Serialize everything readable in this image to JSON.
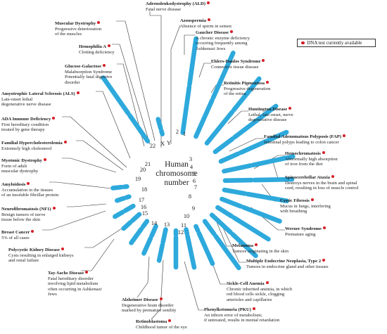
{
  "legend": {
    "label": "DNA test currently available"
  },
  "center_label": {
    "line1": "Human",
    "line2": "chromosome",
    "line3": "number"
  },
  "chromosome_numbers": [
    "1",
    "2",
    "3",
    "4",
    "5",
    "6",
    "7",
    "8",
    "9",
    "10",
    "11",
    "12",
    "13",
    "14",
    "15",
    "16",
    "17",
    "18",
    "19",
    "20",
    "21",
    "22",
    "X",
    "Y"
  ],
  "colors": {
    "chromosome": "#2ea9dc",
    "dot": "#d61f26",
    "line": "#333333"
  },
  "diseases": [
    {
      "name": "Adrenoleukodystrophy (ALD)",
      "description": [
        "Fatal nerve disease"
      ]
    },
    {
      "name": "Azoospermia",
      "description": [
        "Absence of sperm in semen"
      ]
    },
    {
      "name": "Gaucher Disease",
      "description": [
        "A chronic enzyme deficiency",
        "occurring frequently among",
        "Ashkenazi Jews"
      ]
    },
    {
      "name": "Ehlers-Danlos Syndrome",
      "description": [
        "Connective tissue disease"
      ]
    },
    {
      "name": "Retinitis Pigmentosa",
      "description": [
        "Progressive degeneration",
        "of the retina"
      ]
    },
    {
      "name": "Huntington Disease",
      "description": [
        "Lethal, late-onset, nerve",
        "degenerative disease"
      ]
    },
    {
      "name": "Familial Adenomatous Polyposis (FAP)",
      "description": [
        "Intestinal polyps leading to colon cancer"
      ]
    },
    {
      "name": "Hemochromatosis",
      "description": [
        "Abnormally high absorption",
        "of iron from the diet"
      ]
    },
    {
      "name": "Spinocerebellar Ataxia",
      "description": [
        "Destroys nerves in the brain and spinal",
        "cord, resulting in loss of muscle control"
      ]
    },
    {
      "name": "Cystic Fibrosis",
      "description": [
        "Mucus in lungs, interfering",
        "with breathing"
      ]
    },
    {
      "name": "Werner Syndrome",
      "description": [
        "Premature aging"
      ]
    },
    {
      "name": "Melanoma",
      "description": [
        "Tumors originating in the skin"
      ]
    },
    {
      "name": "Multiple Endocrine Neoplasia, Type 2",
      "description": [
        "Tumors in endocrine gland and other tissues"
      ]
    },
    {
      "name": "Sickle-Cell Anemia",
      "description": [
        "Chronic inherited anemia, in which",
        "red blood cells sickle, clogging",
        "arterioles and capillaries"
      ]
    },
    {
      "name": "Phenylketonuria (PKU)",
      "description": [
        "An inborn error of metabolism;",
        "if untreated, results in mental retardation"
      ]
    },
    {
      "name": "Retinoblastoma",
      "description": [
        "Childhood tumor of the eye"
      ]
    },
    {
      "name": "Alzheimer Disease",
      "description": [
        "Degenerative brain disorder",
        "marked by premature senility"
      ]
    },
    {
      "name": "Tay-Sachs Disease",
      "description": [
        "Fatal hereditary disorder",
        "involving lipid metabolism",
        "often occurring in Ashkenazi",
        "Jews"
      ]
    },
    {
      "name": "Polycystic Kidney Disease",
      "description": [
        "Cysts resulting in enlarged kidneys",
        "and renal failure"
      ]
    },
    {
      "name": "Breast Cancer",
      "description": [
        "5% of all cases"
      ]
    },
    {
      "name": "Neurofibromatosis (NF1)",
      "description": [
        "Benign tumors of nerve",
        "tissue below the skin"
      ]
    },
    {
      "name": "Amyloidosis",
      "description": [
        "Accumulation in the tissues",
        "of an insoluble fibrillar protein"
      ]
    },
    {
      "name": "Myotonic Dystrophy",
      "description": [
        "Form of adult",
        "muscular dystrophy"
      ]
    },
    {
      "name": "Familial Hypercholesterolemia",
      "description": [
        "Extremely high cholesterol"
      ]
    },
    {
      "name": "ADA Immune Deficiency",
      "description": [
        "First hereditary condition",
        "treated by gene therapy"
      ]
    },
    {
      "name": "Amyotrophic Lateral Sclerosis (ALS)",
      "description": [
        "Late-onset lethal",
        "degenerative nerve disease"
      ]
    },
    {
      "name": "Glucose-Galactose",
      "description": [
        "Malabsorption Syndrome",
        "Potentially fatal digestive",
        "disorder"
      ]
    },
    {
      "name": "Hemophilia A",
      "description": [
        "Clotting deficiency"
      ]
    },
    {
      "name": "Muscular Dystrophy",
      "description": [
        "Progressive deterioration",
        "of the muscles"
      ]
    }
  ]
}
